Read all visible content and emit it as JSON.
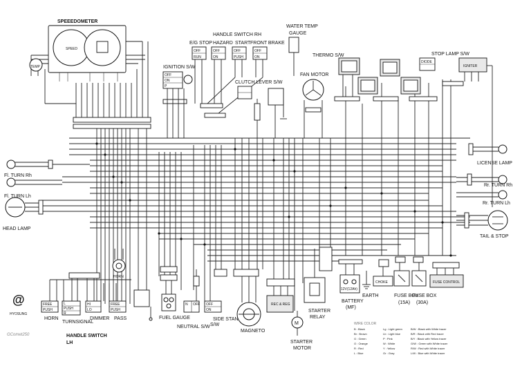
{
  "components": {
    "speedometer_title": "SPEEEDOMETER",
    "speedo_label": "SPEED",
    "temp_label": "TEMP",
    "handle_switch_rh": "HANDLE SWITCH RH",
    "eg_stop": "E/G STOP",
    "hazard": "HAZARD",
    "start": "START",
    "front_brake": "FRONT BRAKE",
    "water_temp_gauge": "WATER TEMP\nGAUGE",
    "thermo_sw": "THERMO S/W",
    "fan_motor": "FAN MOTOR",
    "stop_lamp_sw": "STOP LAMP S/W",
    "ignition_sw": "IGNITION S/W",
    "clutch_lever_sw": "CLUTCH LEVER S/W",
    "diode": "DIODE",
    "igniter": "IGNITER",
    "fl_turn_rh": "Fl. TURN Rh",
    "fl_turn_lh": "Fl. TURN Lh",
    "head_lamp": "HEAD LAMP",
    "license_lamp": "LICENSE LAMP",
    "rr_turn_rh": "Rr. TURN Rh",
    "rr_turn_lh": "Rr. TURN Lh",
    "tail_stop": "TAIL & STOP",
    "horn_top": "HORN",
    "horn": "HORN",
    "turnsignal": "TURNSIGNAL",
    "dimmer": "DIMMER",
    "pass": "PASS",
    "handle_switch_lh_1": "HANDLE SWITCH",
    "handle_switch_lh_2": "LH",
    "fuel_gauge": "FUEL GAUGE",
    "neutral_sw": "NEUTRAL S/W",
    "side_stand_sw_1": "SIDE STAND",
    "side_stand_sw_2": "S/W",
    "magneto": "MAGNETO",
    "rec_reg": "REC & REG",
    "starter_motor_1": "STARTER",
    "starter_motor_2": "MOTOR",
    "starter_relay_1": "STARTER",
    "starter_relay_2": "RELAY",
    "battery": "BATTERY",
    "battery_spec": "(MF)",
    "battery_volt": "12V(12Ah)",
    "earth": "EARTH",
    "choke": "CHOKE",
    "fuse_box_15_1": "FUSE BOX",
    "fuse_box_15_2": "(15A)",
    "fuse_box_30_1": "FUSE BOX",
    "fuse_box_30_2": "(30A)",
    "fuse_control": "FUSE CONTROL",
    "brand": "HYOSUNG",
    "brand_sub": "GComet250",
    "at_symbol": "@",
    "m_symbol": "M"
  },
  "switch_tables": {
    "eg_stop": [
      "OFF",
      "RUN"
    ],
    "hazard": [
      "OFF",
      "ON"
    ],
    "start": [
      "OFF",
      "PUSH"
    ],
    "front_brake": [
      "OFF",
      "ON"
    ],
    "ignition": [
      "OFF",
      "ON",
      "P"
    ],
    "horn": [
      "FREE",
      "PUSH"
    ],
    "turnsignal": [
      "L",
      "PUSH",
      "R"
    ],
    "dimmer": [
      "HI",
      "LO"
    ],
    "pass": [
      "FREE",
      "PUSH"
    ],
    "side_stand": [
      "OFF",
      "ON"
    ],
    "neutral": [
      "N",
      "OFF"
    ]
  },
  "color_legend": {
    "title": "WIRE COLOR",
    "entries": [
      "B : Black",
      "Br : Brown",
      "G : Green",
      "O : Orange",
      "R : Red",
      "L : Blue",
      "Lg : Light green",
      "Lb : Light blue",
      "P : Pink",
      "W : White",
      "Y : Yellow",
      "Gr : Gray",
      "B/W : Black with White tracer",
      "B/R : Black with Red tracer",
      "B/Y : Black with Yellow tracer",
      "G/W : Green with White tracer",
      "R/W : Red with White tracer",
      "L/W : Blue with White tracer"
    ]
  }
}
